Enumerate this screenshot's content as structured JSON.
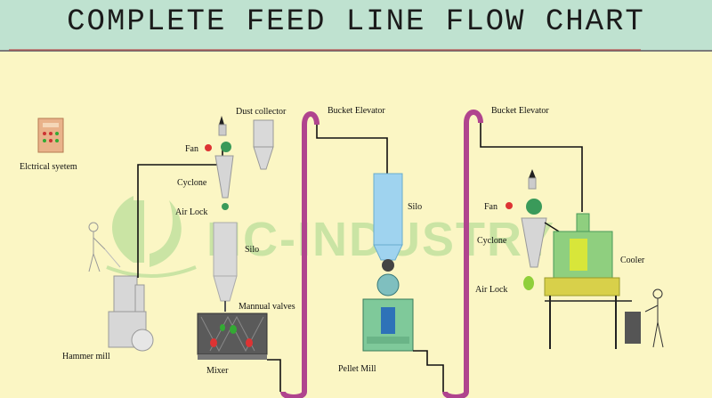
{
  "title": "COMPLETE FEED LINE FLOW CHART",
  "watermark": "HC-INDUSTRY",
  "labels": {
    "electrical_system": "Elctrical syetem",
    "hammer_mill": "Hammer mill",
    "fan_left": "Fan",
    "cyclone_left": "Cyclone",
    "air_lock_left": "Air Lock",
    "dust_collector": "Dust  collector",
    "silo_left": "Silo",
    "manual_valves": "Mannual valves",
    "mixer": "Mixer",
    "bucket_elevator_1": "Bucket  Elevator",
    "silo_mid": "Silo",
    "pellet_mill": "Pellet Mill",
    "bucket_elevator_2": "Bucket  Elevator",
    "fan_right": "Fan",
    "cyclone_right": "Cyclone",
    "air_lock_right": "Air Lock",
    "cooler": "Cooler"
  },
  "colors": {
    "background": "#fbf6c4",
    "header": "#bfe2d0",
    "elevator": "#b0448e",
    "silo_blue": "#9fd3ef",
    "machine_green": "#7fc99a",
    "duct": "#111111"
  }
}
